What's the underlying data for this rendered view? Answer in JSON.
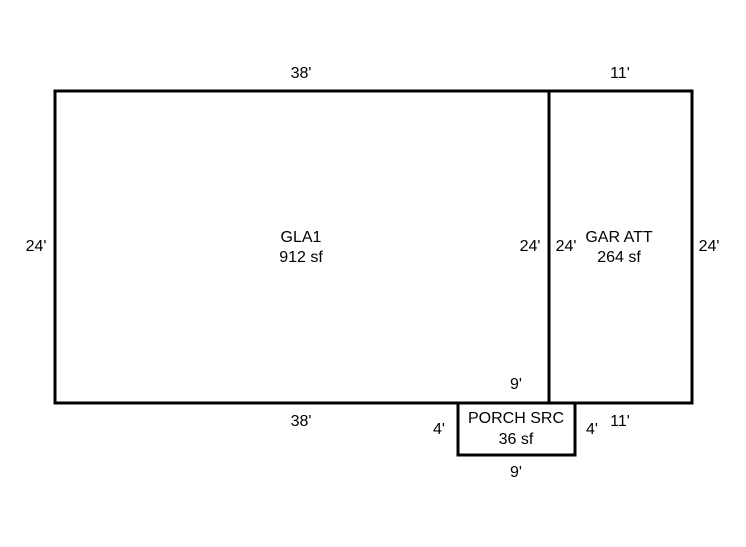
{
  "rooms": {
    "gla1": {
      "name": "GLA1",
      "area": "912 sf",
      "top": "38'",
      "bottom": "38'",
      "left": "24'",
      "right": "24'"
    },
    "garage": {
      "name": "GAR ATT",
      "area": "264 sf",
      "top": "11'",
      "bottom": "11'",
      "left": "24'",
      "right": "24'"
    },
    "porch": {
      "name": "PORCH SRC",
      "area": "36 sf",
      "top": "9'",
      "bottom": "9'",
      "left": "4'",
      "right": "4'"
    }
  }
}
